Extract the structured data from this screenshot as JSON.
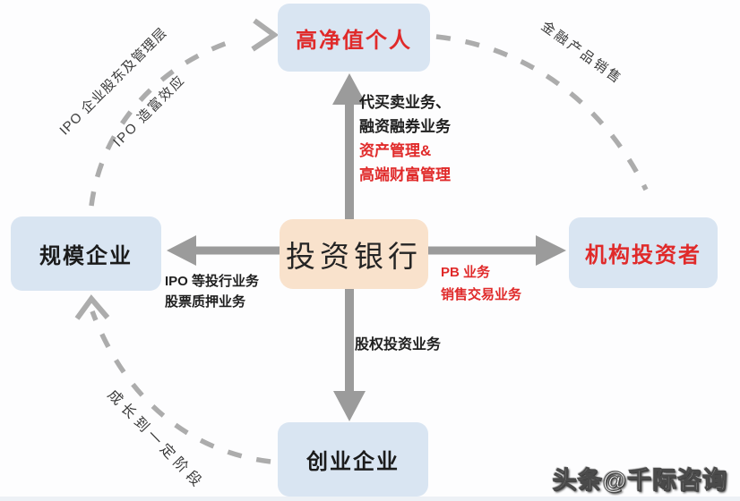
{
  "diagram": {
    "center": {
      "label": "投资银行"
    },
    "nodes": {
      "top": {
        "label": "高净值个人"
      },
      "left": {
        "label": "规模企业"
      },
      "right": {
        "label": "机构投资者"
      },
      "bottom": {
        "label": "创业企业"
      }
    },
    "edge_labels": {
      "up": {
        "line1": "代买卖业务、",
        "line2": "融资融券业务",
        "line3": "资产管理&",
        "line4": "高端财富管理"
      },
      "left": {
        "line1": "IPO 等投行业务",
        "line2": "股票质押业务"
      },
      "right": {
        "line1": "PB 业务",
        "line2": "销售交易业务"
      },
      "down": {
        "line1": "股权投资业务"
      }
    },
    "arc_labels": {
      "left_to_top_1": "IPO 企业股东及管理层",
      "left_to_top_2": "IPO 造富效应",
      "top_to_right": "金融产品销售",
      "bottom_to_left": "成长到一定阶段"
    },
    "watermark": "头条@千际咨询",
    "colors": {
      "node_bg": "#d9e5f2",
      "center_bg": "#f9e2cc",
      "red_text": "#e02a2a",
      "black_text": "#1f1f1f",
      "solid_arrow_gray": "#9b9b9b",
      "dashed_arc_gray": "#acacac"
    }
  }
}
